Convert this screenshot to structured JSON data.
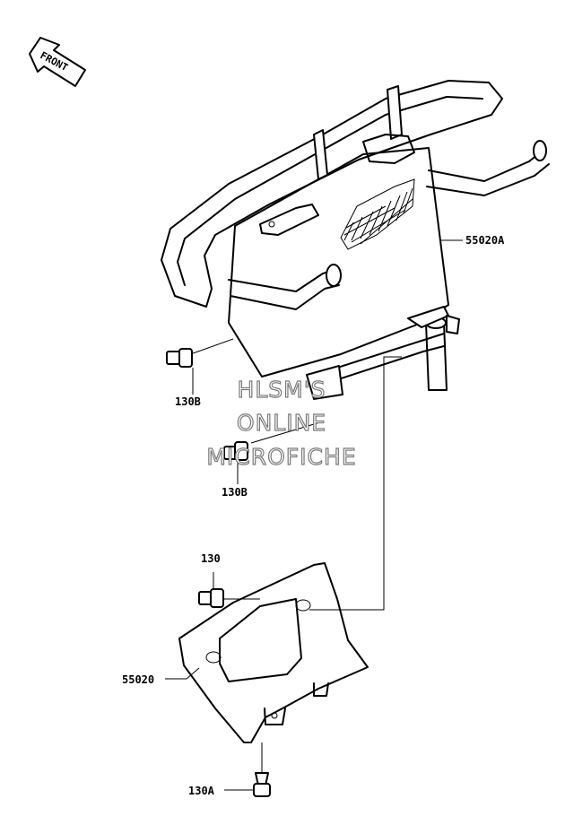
{
  "direction_label": "FRONT",
  "watermark": {
    "line1": "HLSM'S",
    "line2": "ONLINE",
    "line3": "MICROFICHE"
  },
  "callouts": {
    "guard_upper": "55020A",
    "bolt_left": "130B",
    "bolt_middle": "130B",
    "bolt_top": "130",
    "skid_plate": "55020",
    "bolt_bottom": "130A"
  },
  "colors": {
    "line": "#000000",
    "watermark_outline": "#7a7a7a",
    "background": "#ffffff"
  }
}
